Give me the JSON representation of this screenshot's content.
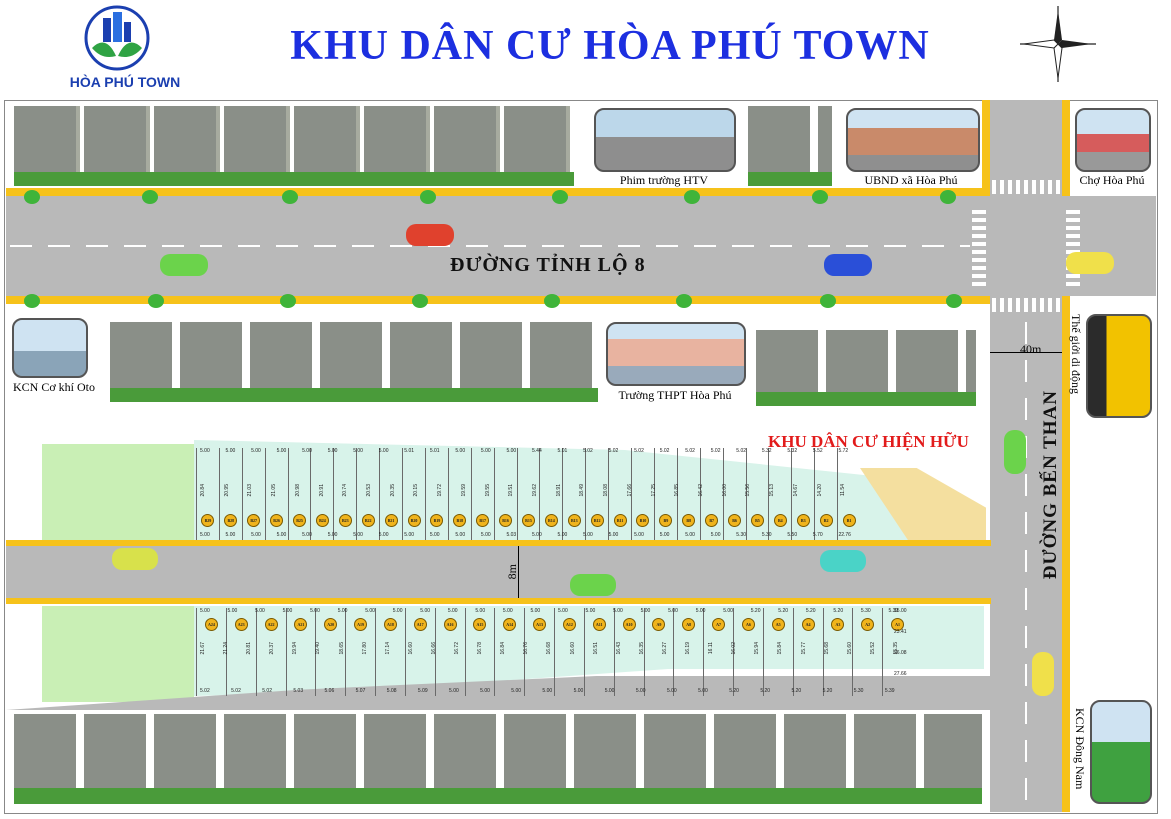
{
  "title": "KHU DÂN CƯ HÒA PHÚ TOWN",
  "logo": {
    "text": "HÒA PHÚ TOWN",
    "icon": "building-leaf-logo"
  },
  "compass": {
    "icon": "compass-rose-icon"
  },
  "roads": {
    "provincial": "ĐƯỜNG TỈNH LỘ 8",
    "ben_than": "ĐƯỜNG BẾN THAN",
    "width_main": "40m",
    "width_internal": "8m"
  },
  "places": {
    "phim_truong": "Phim trường HTV",
    "ubnd": "UBND xã Hòa Phú",
    "cho": "Chợ Hòa Phú",
    "kcn_oto": "KCN Cơ khí Oto",
    "truong": "Trường THPT Hòa Phú",
    "the_gioi_di_dong": "Thế giới di động",
    "kcn_dong_nam": "KCN Đông Nam",
    "khu_hien_huu": "KHU DÂN CƯ HIỆN HỮU"
  },
  "lots_b": {
    "ids": [
      "B29",
      "B28",
      "B27",
      "B26",
      "B25",
      "B24",
      "B23",
      "B22",
      "B21",
      "B20",
      "B19",
      "B18",
      "B17",
      "B16",
      "B15",
      "B14",
      "B13",
      "B12",
      "B11",
      "B10",
      "B9",
      "B8",
      "B7",
      "B6",
      "B5",
      "B4",
      "B3",
      "B2",
      "B1"
    ],
    "top_widths": [
      "5.00",
      "5.00",
      "5.00",
      "5.00",
      "5.00",
      "5.00",
      "5.00",
      "5.00",
      "5.01",
      "5.01",
      "5.00",
      "5.00",
      "5.00",
      "5.44",
      "5.01",
      "5.02",
      "5.02",
      "5.02",
      "5.02",
      "5.02",
      "5.02",
      "5.02",
      "5.32",
      "5.32",
      "5.52",
      "5.72"
    ],
    "depths": [
      "20.84",
      "20.95",
      "21.03",
      "21.05",
      "20.98",
      "20.91",
      "20.74",
      "20.53",
      "20.35",
      "20.15",
      "19.72",
      "19.59",
      "19.55",
      "19.51",
      "19.62",
      "18.91",
      "18.49",
      "18.08",
      "17.66",
      "17.25",
      "16.85",
      "16.42",
      "16.00",
      "15.56",
      "15.13",
      "14.67",
      "14.20",
      "11.54"
    ],
    "bottom_widths": [
      "5.00",
      "5.00",
      "5.00",
      "5.00",
      "5.00",
      "5.00",
      "5.00",
      "5.00",
      "5.00",
      "5.00",
      "5.00",
      "5.00",
      "5.03",
      "5.00",
      "5.00",
      "5.00",
      "5.00",
      "5.00",
      "5.00",
      "5.00",
      "5.00",
      "5.30",
      "5.30",
      "5.50",
      "5.70",
      "22.76"
    ]
  },
  "lots_a": {
    "ids": [
      "A24",
      "A23",
      "A22",
      "A21",
      "A20",
      "A19",
      "A18",
      "A17",
      "A16",
      "A15",
      "A14",
      "A13",
      "A12",
      "A11",
      "A10",
      "A9",
      "A8",
      "A7",
      "A6",
      "A5",
      "A4",
      "A3",
      "A2",
      "A1"
    ],
    "top_widths": [
      "5.00",
      "5.00",
      "5.00",
      "5.00",
      "5.00",
      "5.00",
      "5.00",
      "5.00",
      "5.00",
      "5.00",
      "5.00",
      "5.00",
      "5.00",
      "5.00",
      "5.00",
      "5.00",
      "5.00",
      "5.00",
      "5.00",
      "5.00",
      "5.20",
      "5.20",
      "5.20",
      "5.20",
      "5.30",
      "5.39"
    ],
    "depths": [
      "21.67",
      "21.24",
      "20.81",
      "20.37",
      "19.94",
      "19.40",
      "18.65",
      "17.80",
      "17.14",
      "16.60",
      "16.66",
      "16.72",
      "16.78",
      "16.84",
      "16.76",
      "16.68",
      "16.60",
      "16.51",
      "16.43",
      "16.35",
      "16.27",
      "16.19",
      "16.11",
      "16.02",
      "15.94",
      "15.84",
      "15.77",
      "15.68",
      "15.60",
      "15.52",
      "15.35"
    ],
    "bottom_widths": [
      "5.02",
      "5.02",
      "5.02",
      "5.03",
      "5.06",
      "5.07",
      "5.08",
      "5.09",
      "5.00",
      "5.00",
      "5.00",
      "5.00",
      "5.00",
      "5.00",
      "5.00",
      "5.00",
      "5.00",
      "5.20",
      "5.20",
      "5.20",
      "5.20",
      "5.30",
      "5.39"
    ],
    "corner": [
      "15.00",
      "23.41",
      "26.08",
      "27.66"
    ]
  },
  "colors": {
    "title": "#1c2fe0",
    "road": "#b9b9b9",
    "curb": "#f6c21a",
    "lot_fill": "#d8f3ea",
    "park": "#c9efb5",
    "red_label": "#e21b1b"
  }
}
